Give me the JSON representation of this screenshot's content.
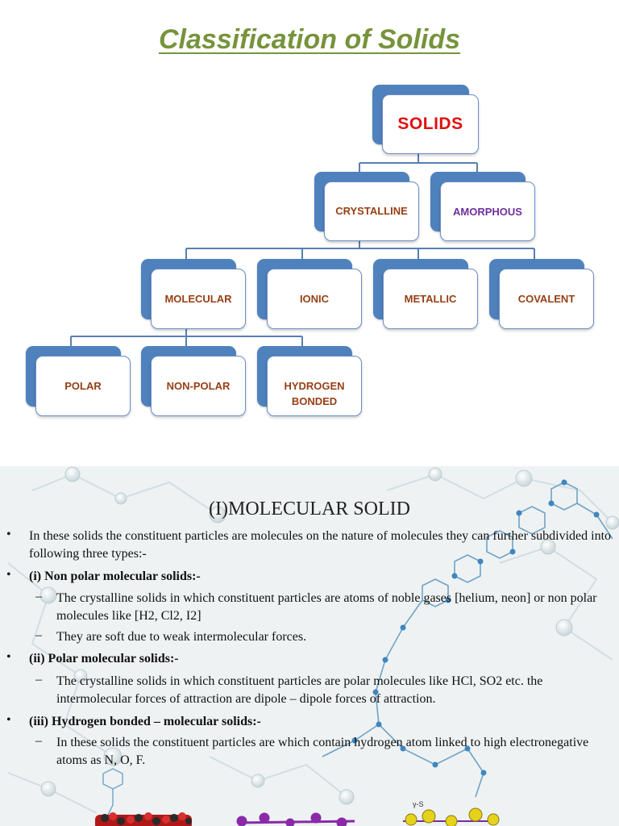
{
  "slide1": {
    "title": "Classification of Solids",
    "nodes": {
      "solids": "SOLIDS",
      "crystalline": "CRYSTALLINE",
      "amorphous": "AMORPHOUS",
      "molecular": "MOLECULAR",
      "ionic": "IONIC",
      "metallic": "METALLIC",
      "covalent": "COVALENT",
      "polar": "POLAR",
      "non_polar": "NON-POLAR",
      "hydrogen_line1": "HYDROGEN",
      "hydrogen_line2": "BONDED"
    },
    "colors": {
      "title": "#77933c",
      "box_back": "#4f81bd",
      "solids_label": "#e01010",
      "amorphous_label": "#7030a0",
      "label": "#963f14"
    }
  },
  "slide2": {
    "title": "(I)MOLECULAR SOLID",
    "bullets": [
      {
        "marker": "•",
        "text": "In these solids the constituent particles are molecules on the nature of molecules they can further subdivided into following three types:-"
      },
      {
        "marker": "•",
        "text": "(i) Non polar molecular solids:-"
      },
      {
        "marker": "–",
        "text": "The crystalline solids in which constituent particles are atoms of noble gases [helium, neon] or non polar molecules like [H2, Cl2, I2]"
      },
      {
        "marker": "–",
        "text": "They are soft due to weak intermolecular forces."
      },
      {
        "marker": "•",
        "text": "(ii) Polar molecular solids:-"
      },
      {
        "marker": "–",
        "text": "The crystalline solids in which constituent particles are polar molecules like HCl, SO2 etc. the intermolecular forces of attraction are dipole – dipole forces of attraction."
      },
      {
        "marker": "•",
        "text": "(iii) Hydrogen bonded – molecular solids:-"
      },
      {
        "marker": "–",
        "text": "In these solids the constituent particles are which contain hydrogen atom linked to high electronegative atoms as N, O, F."
      }
    ]
  }
}
